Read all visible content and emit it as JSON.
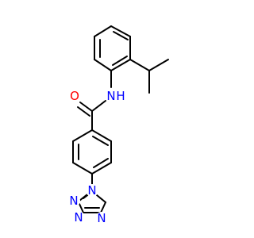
{
  "molecule": {
    "atoms": [
      {
        "id": "O1",
        "symbol": "O",
        "label": "O",
        "color": "#ff0000"
      },
      {
        "id": "N1",
        "symbol": "N",
        "label": "N",
        "color": "#0000ff"
      },
      {
        "id": "H1",
        "symbol": "H",
        "label": "H",
        "color": "#0000ff"
      },
      {
        "id": "N2",
        "symbol": "N",
        "label": "N",
        "color": "#0000ff"
      },
      {
        "id": "N3",
        "symbol": "N",
        "label": "N",
        "color": "#0000ff"
      },
      {
        "id": "N4",
        "symbol": "N",
        "label": "N",
        "color": "#0000ff"
      },
      {
        "id": "N5",
        "symbol": "N",
        "label": "N",
        "color": "#0000ff"
      }
    ],
    "bond_color": "#000000",
    "background": "#ffffff"
  }
}
